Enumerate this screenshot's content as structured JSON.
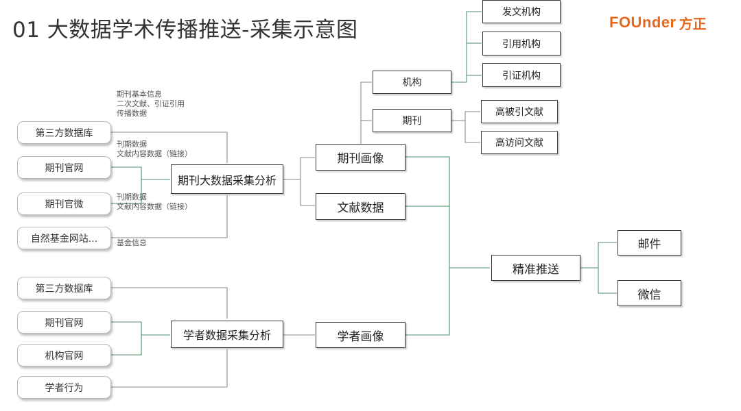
{
  "title": "01 大数据学术传播推送-采集示意图",
  "logo": {
    "latin": "FOUnder",
    "han": "方正",
    "color": "#e8671c"
  },
  "colors": {
    "connector_green": "#4e8f67",
    "connector_gray": "#8a8a8a"
  },
  "group1": {
    "sources": [
      "第三方数据库",
      "期刊官网",
      "期刊官微",
      "自然基金网站..."
    ],
    "hub": "期刊大数据采集分析",
    "notes": {
      "top": [
        "期刊基本信息",
        "二次文献、引证引用",
        "传播数据"
      ],
      "mid1": [
        "刊期数据",
        "文献内容数据（链接）"
      ],
      "mid2": [
        "刊期数据",
        "文献内容数据（链接）"
      ],
      "bottom": [
        "基金信息"
      ]
    }
  },
  "group2": {
    "sources": [
      "第三方数据库",
      "期刊官网",
      "机构官网",
      "学者行为"
    ],
    "hub": "学者数据采集分析"
  },
  "profiles": {
    "journal": "期刊画像",
    "literature": "文献数据",
    "scholar": "学者画像"
  },
  "branch": {
    "institution": {
      "label": "机构",
      "children": [
        "发文机构",
        "引用机构",
        "引证机构"
      ]
    },
    "journal": {
      "label": "期刊",
      "children": [
        "高被引文献",
        "高访问文献"
      ]
    }
  },
  "push": {
    "label": "精准推送",
    "channels": [
      "邮件",
      "微信"
    ]
  }
}
